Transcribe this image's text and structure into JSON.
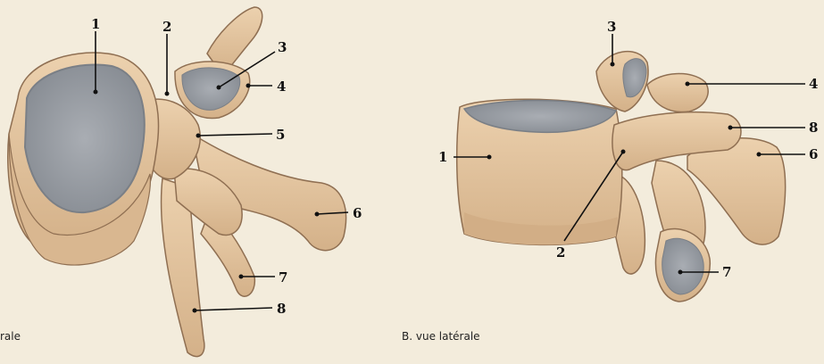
{
  "panels": [
    {
      "caption": "rale",
      "labels": [
        "1",
        "2",
        "3",
        "4",
        "5",
        "6",
        "7",
        "8"
      ]
    },
    {
      "caption": "B. vue latérale",
      "labels": [
        "1",
        "2",
        "3",
        "4",
        "6",
        "7",
        "8"
      ]
    }
  ],
  "colors": {
    "background": "#f3ecdc",
    "bone": "#e7c7a1",
    "bone_shadow": "#c9a57e",
    "bone_outline": "#8f6f52",
    "cartilage": "#9a9fa6",
    "cartilage_light": "#b7bbc0",
    "leader_line": "#111111"
  }
}
